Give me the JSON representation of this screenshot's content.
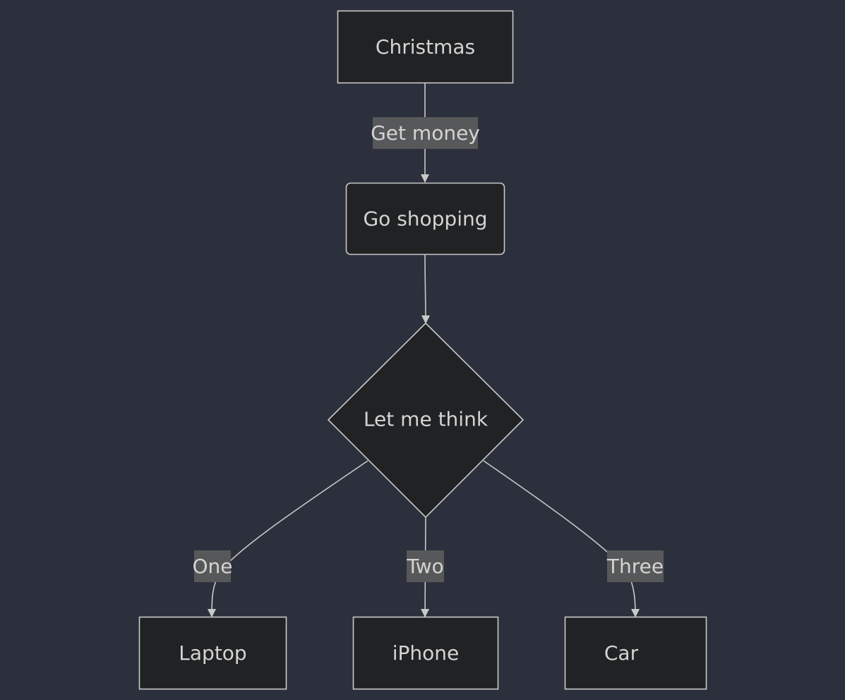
{
  "colors": {
    "background": "#2b303c",
    "node_fill": "#212223",
    "node_stroke": "#c9c9c9",
    "text": "#d4d4d4",
    "edge_label_bg": "#575859"
  },
  "nodes": {
    "christmas": "Christmas",
    "go_shopping": "Go shopping",
    "decision": "Let me think",
    "laptop": "Laptop",
    "iphone": "iPhone",
    "car": "Car"
  },
  "edges": {
    "get_money": "Get money",
    "one": "One",
    "two": "Two",
    "three": "Three"
  }
}
